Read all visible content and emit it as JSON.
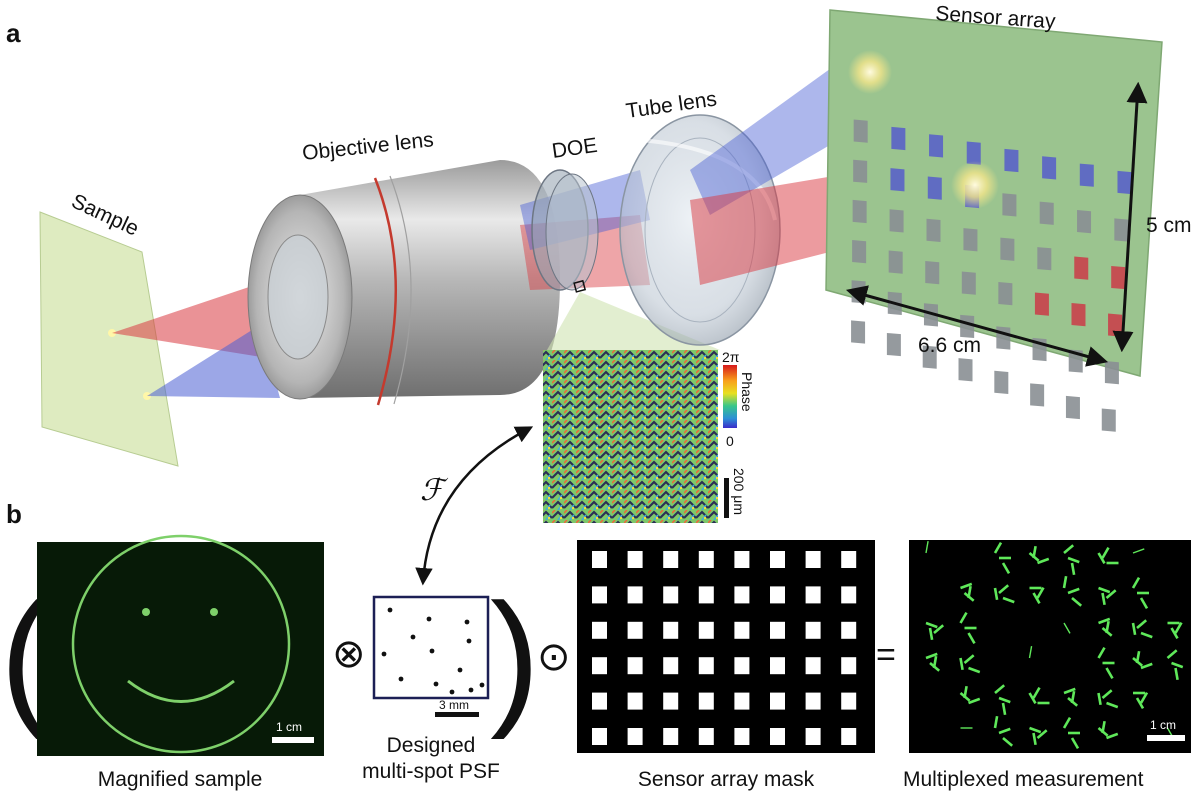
{
  "panels": {
    "a": "a",
    "b": "b"
  },
  "labels": {
    "sample": "Sample",
    "objective": "Objective lens",
    "doe": "DOE",
    "tube": "Tube lens",
    "sensor_array": "Sensor array",
    "height": "5 cm",
    "width": "6.6 cm",
    "phase_max": "2π",
    "phase_min": "0",
    "phase_title": "Phase",
    "scale_doe": "200 μm",
    "fourier": "ℱ"
  },
  "equation": {
    "convolve": "⊗",
    "multiply": "⊙",
    "equals": "=",
    "open_paren": "(",
    "close_paren": ")"
  },
  "captions": {
    "magnified": "Magnified sample",
    "psf_line1": "Designed",
    "psf_line2": "multi-spot PSF",
    "mask": "Sensor array mask",
    "measurement": "Multiplexed measurement"
  },
  "scales": {
    "sample": "1 cm",
    "psf": "3 mm",
    "measurement": "1 cm"
  },
  "colors": {
    "red_beam": "#d9383f",
    "blue_beam": "#4a5fd4",
    "sensor_green": "#9bc48f",
    "glow_green": "#5fe85a"
  }
}
